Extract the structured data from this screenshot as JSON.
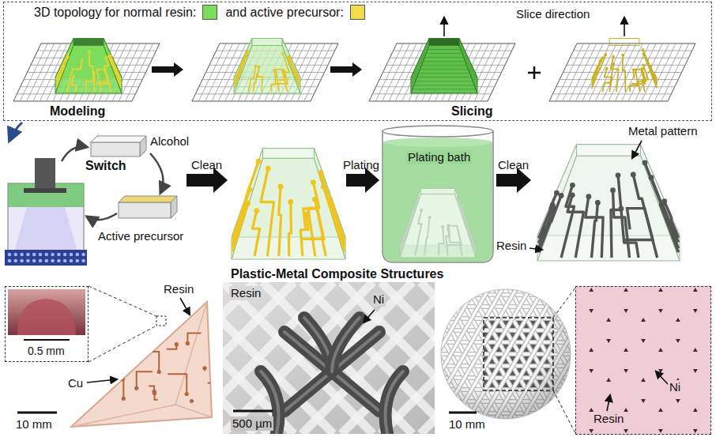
{
  "diagram": {
    "nodes": [
      {
        "text": [
          "Slice direction",
          "Modeling",
          "Slicing"
        ]
      },
      {
        "text": [
          "0.5 mm"
        ]
      },
      {
        "text": [
          "Resin",
          "Ni"
        ]
      }
    ],
    "labels": [
      "Alcohol",
      "Switch",
      "Active precursor",
      "Clean",
      "Plating",
      "Plating bath",
      "Clean",
      "Metal pattern",
      "Resin",
      "Plastic-Metal Composite Structures",
      "Resin",
      "Cu",
      "10 mm",
      "Resin",
      "Ni",
      "500 µm",
      "10 mm"
    ],
    "legend": [
      {
        "text": "3D topology for normal resin:",
        "color": "#7ddc5a"
      },
      {
        "text": "and active precursor:",
        "color": "#f2dc4a"
      }
    ]
  }
}
